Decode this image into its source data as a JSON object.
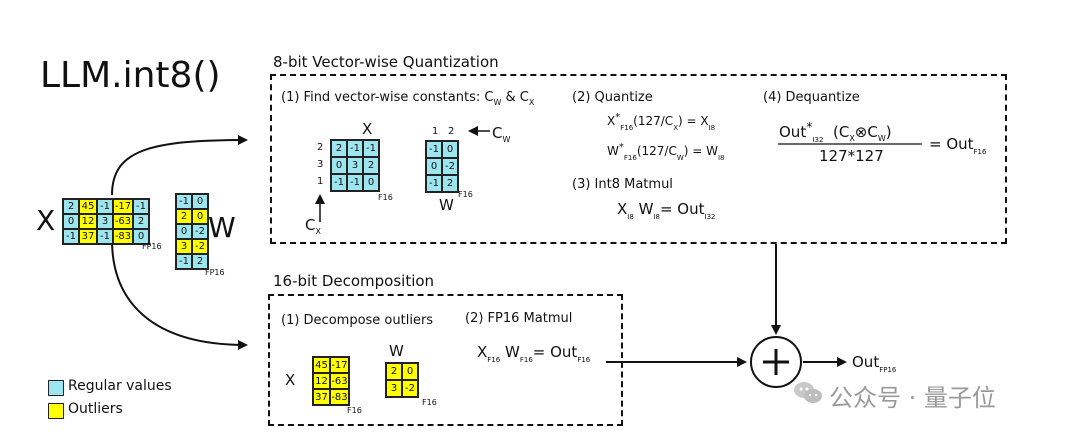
{
  "title": "LLM.int8()",
  "colors": {
    "regular": "#9ee6ef",
    "outlier": "#ffff00",
    "line": "#111111"
  },
  "left": {
    "x_label": "X",
    "w_label": "W",
    "x_fp": "FP16",
    "w_fp": "FP16",
    "x_matrix": [
      [
        {
          "v": "2",
          "o": false
        },
        {
          "v": "45",
          "o": true
        },
        {
          "v": "-1",
          "o": false
        },
        {
          "v": "-17",
          "o": true
        },
        {
          "v": "-1",
          "o": false
        }
      ],
      [
        {
          "v": "0",
          "o": false
        },
        {
          "v": "12",
          "o": true
        },
        {
          "v": "3",
          "o": false
        },
        {
          "v": "-63",
          "o": true
        },
        {
          "v": "2",
          "o": false
        }
      ],
      [
        {
          "v": "-1",
          "o": false
        },
        {
          "v": "37",
          "o": true
        },
        {
          "v": "-1",
          "o": false
        },
        {
          "v": "-83",
          "o": true
        },
        {
          "v": "0",
          "o": false
        }
      ]
    ],
    "w_matrix": [
      [
        {
          "v": "-1",
          "o": false
        },
        {
          "v": "0",
          "o": false
        }
      ],
      [
        {
          "v": "2",
          "o": true
        },
        {
          "v": "0",
          "o": true
        }
      ],
      [
        {
          "v": "0",
          "o": false
        },
        {
          "v": "-2",
          "o": false
        }
      ],
      [
        {
          "v": "3",
          "o": true
        },
        {
          "v": "-2",
          "o": true
        }
      ],
      [
        {
          "v": "-1",
          "o": false
        },
        {
          "v": "2",
          "o": false
        }
      ]
    ]
  },
  "legend": {
    "regular": "Regular values",
    "outliers": "Outliers"
  },
  "quant": {
    "title": "8-bit Vector-wise Quantization",
    "step1": {
      "text": "(1) Find vector-wise constants: C",
      "w": "W",
      "amp": " & C",
      "x": "X"
    },
    "x_label": "X",
    "w_label": "W",
    "x_fp": "F16",
    "w_fp": "F16",
    "row_idx": [
      "2",
      "3",
      "1"
    ],
    "col_idx": [
      "1",
      "2"
    ],
    "cw_label": "C",
    "cw_sub": "W",
    "cx_label": "C",
    "cx_sub": "X",
    "x_matrix": [
      [
        "2",
        "-1",
        "-1"
      ],
      [
        "0",
        "3",
        "2"
      ],
      [
        "-1",
        "-1",
        "0"
      ]
    ],
    "w_matrix": [
      [
        "-1",
        "0"
      ],
      [
        "0",
        "-2"
      ],
      [
        "-1",
        "2"
      ]
    ],
    "step2": {
      "title": "(2) Quantize",
      "line1_a": "X",
      "line1_sup": "*",
      "line1_sub": "F16",
      "line1_b": "(127/C",
      "line1_bsub": "X",
      "line1_c": ") = X",
      "line1_csub": "I8",
      "line2_a": "W",
      "line2_sup": "*",
      "line2_sub": "F16",
      "line2_b": "(127/C",
      "line2_bsub": "W",
      "line2_c": ") = W",
      "line2_csub": "I8"
    },
    "step3": {
      "title": "(3) Int8 Matmul",
      "a": "X",
      "asub": "I8",
      "b": "W",
      "bsub": "I8",
      "c": "= Out",
      "csub": "I32"
    },
    "step4": {
      "title": "(4) Dequantize",
      "num_a": "Out",
      "num_sup": "*",
      "num_sub": "I32",
      "num_b": "(C",
      "num_bsub": "X",
      "num_op": "⊗",
      "num_c": "C",
      "num_csub": "W",
      "num_d": ")",
      "den": "127*127",
      "res": "= Out",
      "res_sub": "F16"
    }
  },
  "decomp": {
    "title": "16-bit Decomposition",
    "step1": "(1) Decompose outliers",
    "step2": "(2) FP16 Matmul",
    "x_label": "X",
    "w_label": "W",
    "x_fp": "F16",
    "w_fp": "F16",
    "x_matrix": [
      [
        "45",
        "-17"
      ],
      [
        "12",
        "-63"
      ],
      [
        "37",
        "-83"
      ]
    ],
    "w_matrix": [
      [
        "2",
        "0"
      ],
      [
        "3",
        "-2"
      ]
    ],
    "eq_a": "X",
    "eq_asub": "F16",
    "eq_b": "W",
    "eq_bsub": "F16",
    "eq_c": "= Out",
    "eq_csub": "F16"
  },
  "output": {
    "label": "Out",
    "sub": "FP16",
    "plus": "+"
  },
  "watermark": "公众号 · 量子位"
}
